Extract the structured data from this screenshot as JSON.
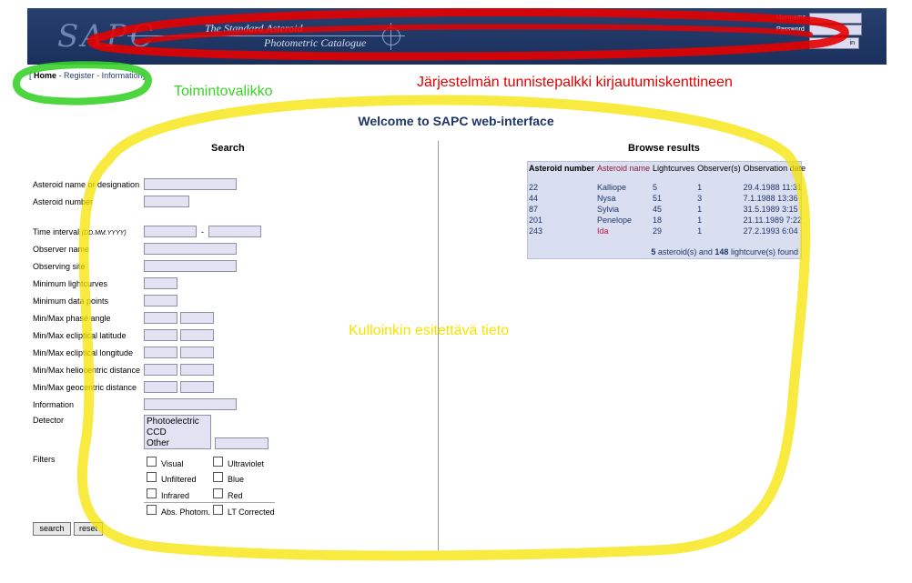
{
  "header": {
    "logo": "SAPC",
    "tagline_1": "The Standard Asteroid",
    "tagline_2": "Photometric Catalogue",
    "username_label": "Username",
    "password_label": "Password",
    "login_label": "in",
    "colors": {
      "banner": "#1f3566",
      "logo": "#6f86b2"
    }
  },
  "nav": {
    "open_bracket": "[",
    "home": "Home",
    "sep": " - ",
    "register": "Register",
    "information": "Information",
    "close_bracket": "]"
  },
  "annotations": {
    "red": "Järjestelmän tunnistepalkki kirjautumiskenttineen",
    "green": "Toimintovalikko",
    "yellow": "Kulloinkin esitettävä tieto",
    "colors": {
      "red": "#e60000",
      "green": "#3ad12a",
      "yellow": "#f7e300"
    }
  },
  "page": {
    "welcome": "Welcome to SAPC web-interface"
  },
  "search": {
    "title": "Search",
    "fields": {
      "asteroid_name": "Asteroid name or designation",
      "asteroid_number": "Asteroid number",
      "time_interval": "Time interval",
      "time_format": "(DD.MM.YYYY)",
      "time_dash": "-",
      "observer_name": "Observer name",
      "observing_site": "Observing site",
      "min_lightcurves": "Minimum lightcurves",
      "min_datapoints": "Minimum data points",
      "phase_angle": "Min/Max phase angle",
      "ecl_latitude": "Min/Max ecliptical latitude",
      "ecl_longitude": "Min/Max ecliptical longitude",
      "helio_distance": "Min/Max heliocentric distance",
      "geo_distance": "Min/Max geocentric distance",
      "information": "Information",
      "detector": "Detector",
      "filters": "Filters"
    },
    "detector_options": [
      "Photoelectric",
      "CCD",
      "Other"
    ],
    "filters": {
      "visual": "Visual",
      "ultraviolet": "Ultraviolet",
      "unfiltered": "Unfiltered",
      "blue": "Blue",
      "infrared": "Infrared",
      "red": "Red",
      "abs_photom": "Abs. Photom.",
      "lt_corrected": "LT Corrected"
    },
    "search_button": "search",
    "reset_button": "reset"
  },
  "browse": {
    "title": "Browse results",
    "columns": [
      "Asteroid number",
      "Asteroid name",
      "Lightcurves",
      "Observer(s)",
      "Observation date"
    ],
    "rows": [
      [
        "22",
        "Kalliope",
        "5",
        "1",
        "29.4.1988 11:31"
      ],
      [
        "44",
        "Nysa",
        "51",
        "3",
        "7.1.1988 13:36"
      ],
      [
        "87",
        "Sylvia",
        "45",
        "1",
        "31.5.1989 3:15"
      ],
      [
        "201",
        "Penelope",
        "18",
        "1",
        "21.11.1989 7:22"
      ],
      [
        "243",
        "Ida",
        "29",
        "1",
        "27.2.1993 6:04"
      ]
    ],
    "summary": {
      "asteroid_count": "5",
      "asteroid_text": " asteroid(s) and ",
      "lightcurve_count": "148",
      "lightcurve_text": " lightcurve(s) found"
    }
  }
}
